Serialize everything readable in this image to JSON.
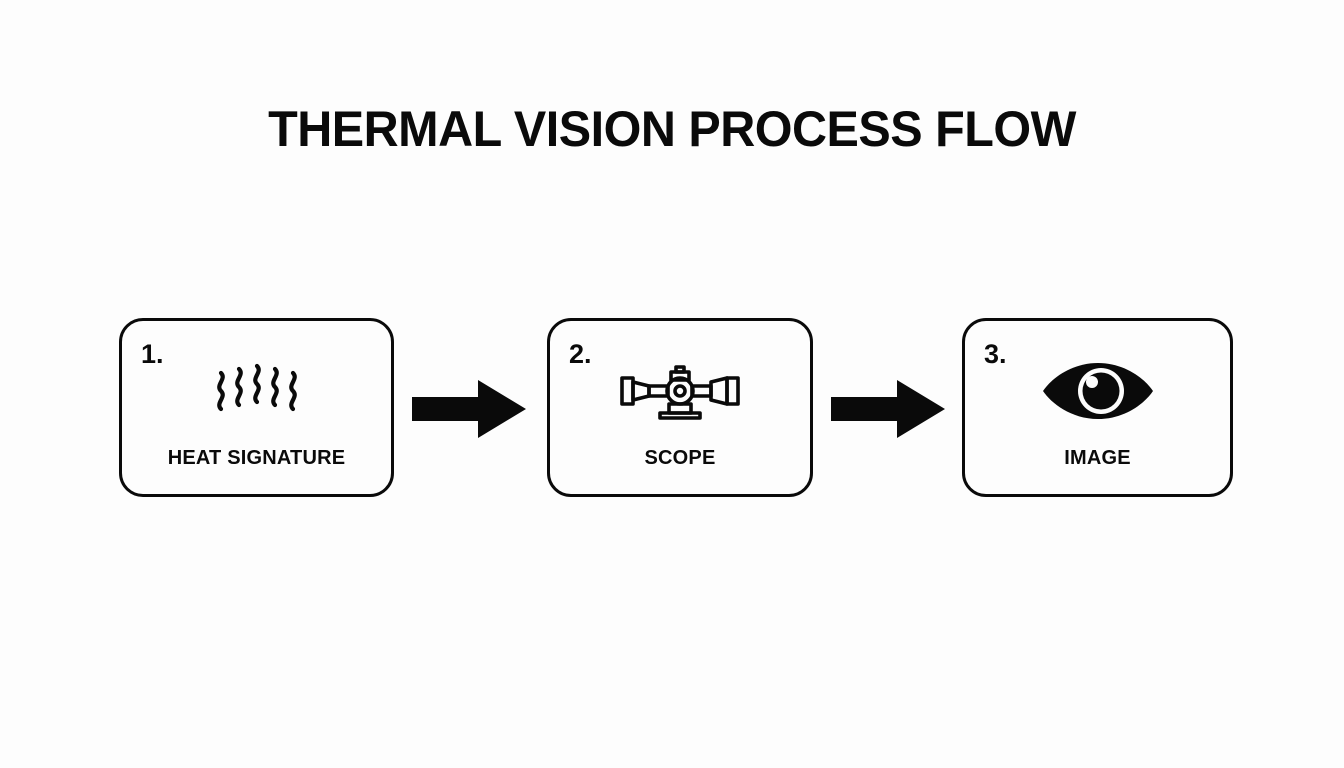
{
  "page": {
    "title": "THERMAL VISION PROCESS FLOW",
    "background_color": "#FDFDFD",
    "ink_color": "#0A0A0A"
  },
  "flow": {
    "steps": [
      {
        "number": "1.",
        "label": "HEAT SIGNATURE",
        "icon": "heat-waves-icon"
      },
      {
        "number": "2.",
        "label": "SCOPE",
        "icon": "rifle-scope-icon"
      },
      {
        "number": "3.",
        "label": "IMAGE",
        "icon": "eye-icon"
      }
    ],
    "connectors": [
      {
        "icon": "arrow-right-icon"
      },
      {
        "icon": "arrow-right-icon"
      }
    ]
  }
}
